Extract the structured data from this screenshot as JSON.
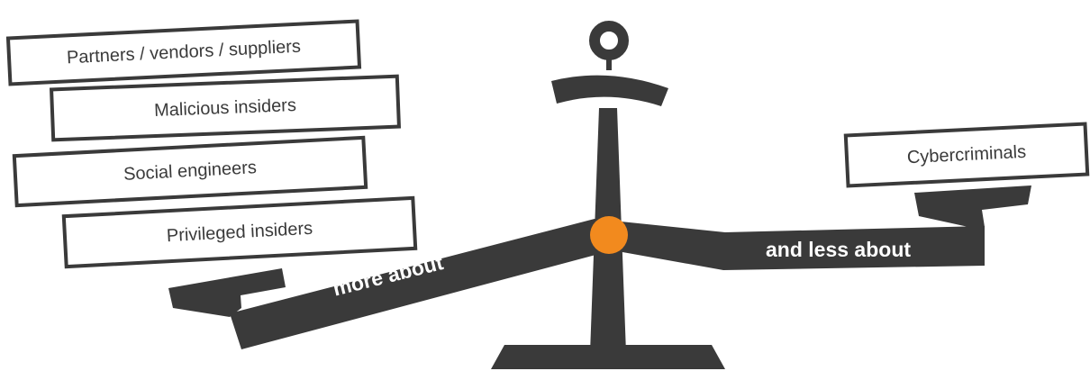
{
  "colors": {
    "scale": "#3a3a3a",
    "pivot": "#f28a1e",
    "box_bg": "#ffffff"
  },
  "left_items": [
    "Partners / vendors / suppliers",
    "Malicious insiders",
    "Social engineers",
    "Privileged insiders"
  ],
  "right_items": [
    "Cybercriminals"
  ],
  "beam_labels": {
    "left": "more about",
    "right": "and less about"
  }
}
